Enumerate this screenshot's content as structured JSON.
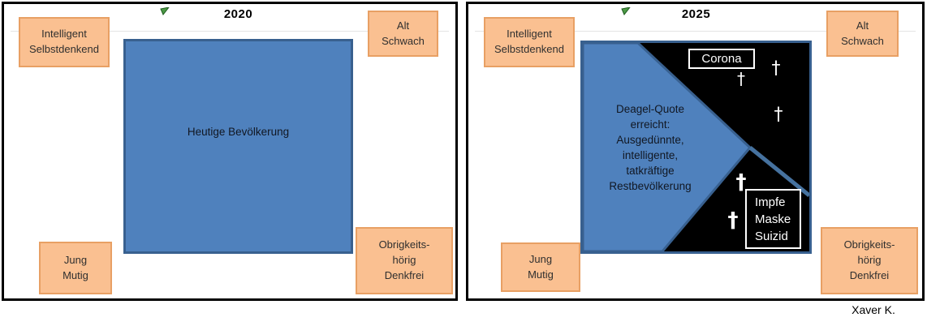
{
  "attribution": "Xaver K.",
  "icons": {
    "cross": "†",
    "marker": "green-triangle-marker"
  },
  "colors": {
    "corner_box_fill": "#FAC091",
    "corner_box_border": "#E8A064",
    "population_blue": "#4F81BD",
    "population_blue_border": "#38608F",
    "death_black": "#000000",
    "marker_green": "#4C9A45"
  },
  "panels": [
    {
      "title": "2020",
      "corners": {
        "top_left": {
          "lines": [
            "Intelligent",
            "Selbstdenkend"
          ]
        },
        "top_right": {
          "lines": [
            "Alt",
            "Schwach"
          ]
        },
        "bottom_left": {
          "lines": [
            "Jung",
            "Mutig"
          ]
        },
        "bottom_right": {
          "lines": [
            "Obrigkeits-",
            "hörig",
            "Denkfrei"
          ]
        }
      },
      "square_label": "Heutige Bevölkerung"
    },
    {
      "title": "2025",
      "corners": {
        "top_left": {
          "lines": [
            "Intelligent",
            "Selbstdenkend"
          ]
        },
        "top_right": {
          "lines": [
            "Alt",
            "Schwach"
          ]
        },
        "bottom_left": {
          "lines": [
            "Jung",
            "Mutig"
          ]
        },
        "bottom_right": {
          "lines": [
            "Obrigkeits-",
            "hörig",
            "Denkfrei"
          ]
        }
      },
      "survivors": {
        "lines": [
          "Deagel-Quote",
          "erreicht:",
          "Ausgedünnte,",
          "intelligente,",
          "tatkräftige",
          "Restbevölkerung"
        ]
      },
      "deaths": {
        "corona": "Corona",
        "impfe": [
          "Impfe",
          "Maske",
          "Suizid"
        ]
      }
    }
  ]
}
